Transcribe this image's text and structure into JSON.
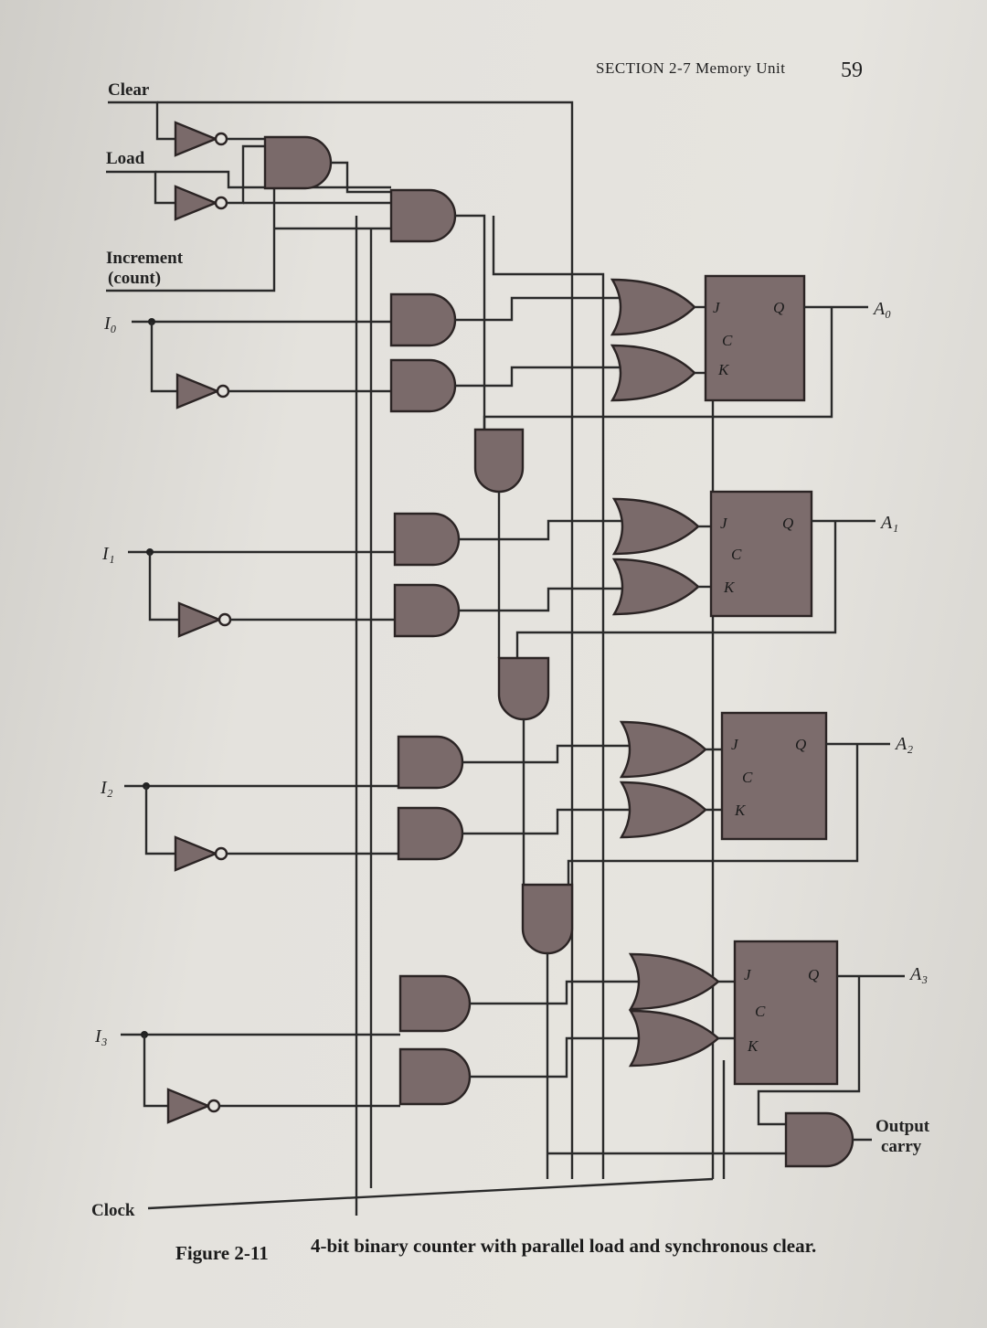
{
  "header": {
    "section": "SECTION 2-7 Memory Unit",
    "page_number": "59"
  },
  "inputs": {
    "clear": "Clear",
    "load": "Load",
    "increment_line1": "Increment",
    "increment_line2": "(count)",
    "i0": "I₀",
    "i1": "I₁",
    "i2": "I₂",
    "i3": "I₃",
    "clock": "Clock"
  },
  "outputs": {
    "a0": "A₀",
    "a1": "A₁",
    "a2": "A₂",
    "a3": "A₃",
    "carry_line1": "Output",
    "carry_line2": "carry"
  },
  "flipflop_pins": {
    "j": "J",
    "c": "C",
    "k": "K",
    "q": "Q"
  },
  "caption": {
    "figure": "Figure 2-11",
    "text": "4-bit binary counter with parallel load and synchronous clear."
  }
}
